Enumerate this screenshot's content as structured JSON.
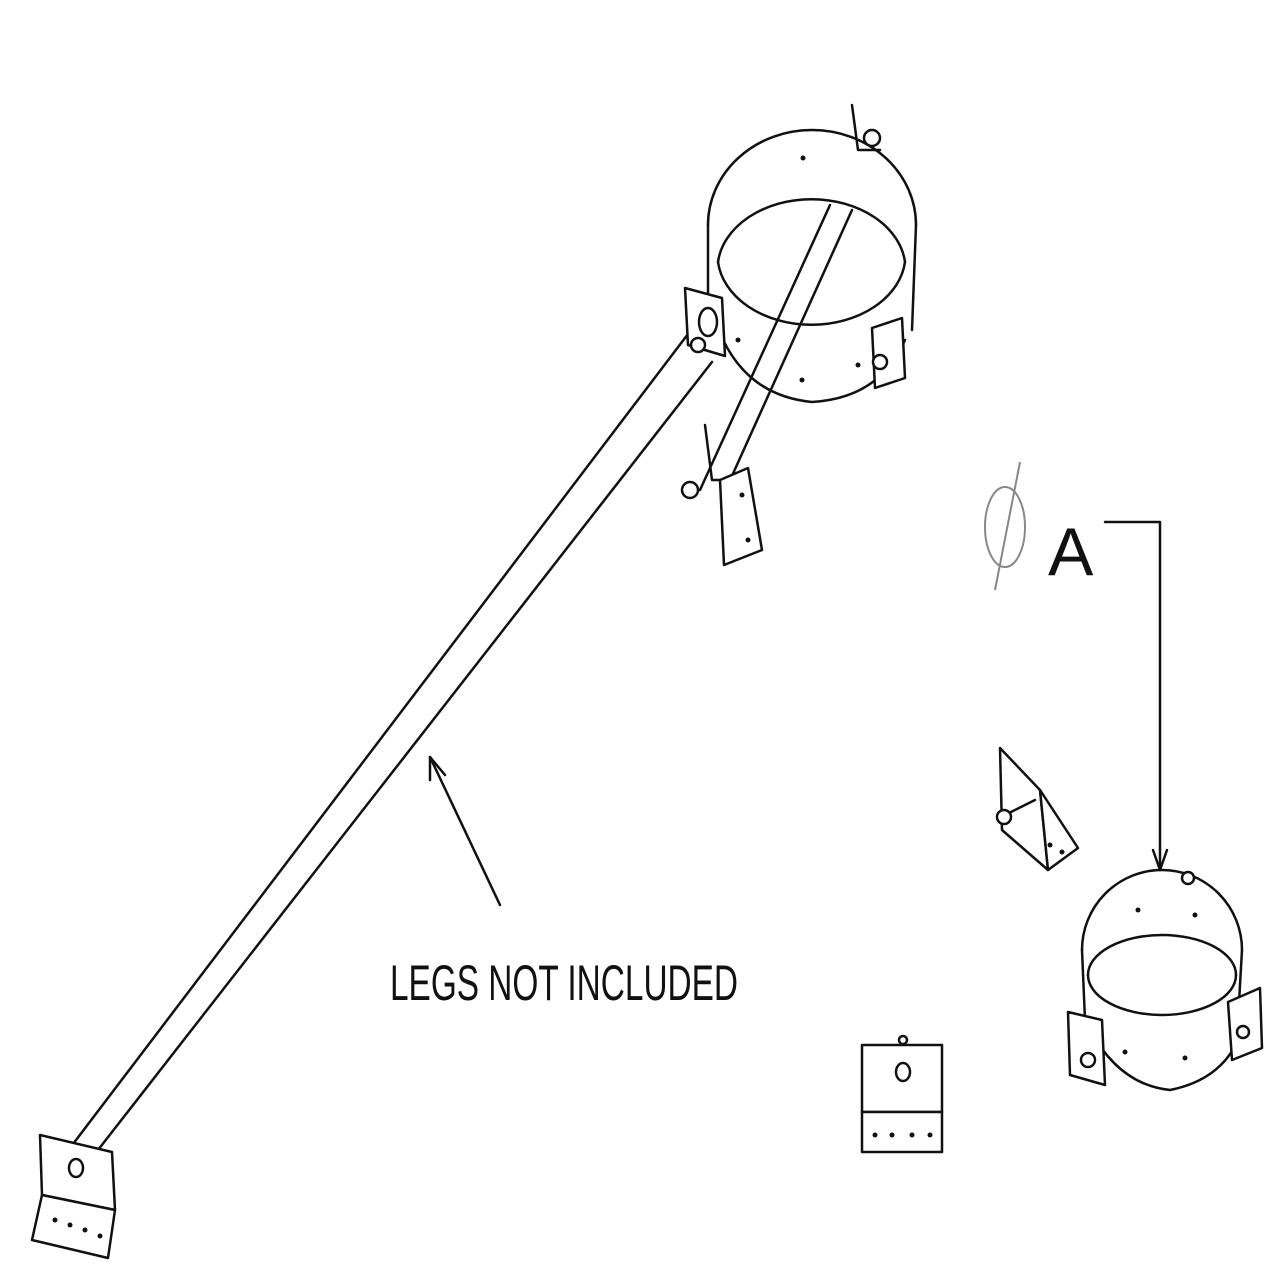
{
  "drawing": {
    "note_label": "LEGS NOT INCLUDED",
    "dimension_symbol": "Ø",
    "dimension_label": "A",
    "line_color": "#111111",
    "symbol_color": "#888888"
  }
}
